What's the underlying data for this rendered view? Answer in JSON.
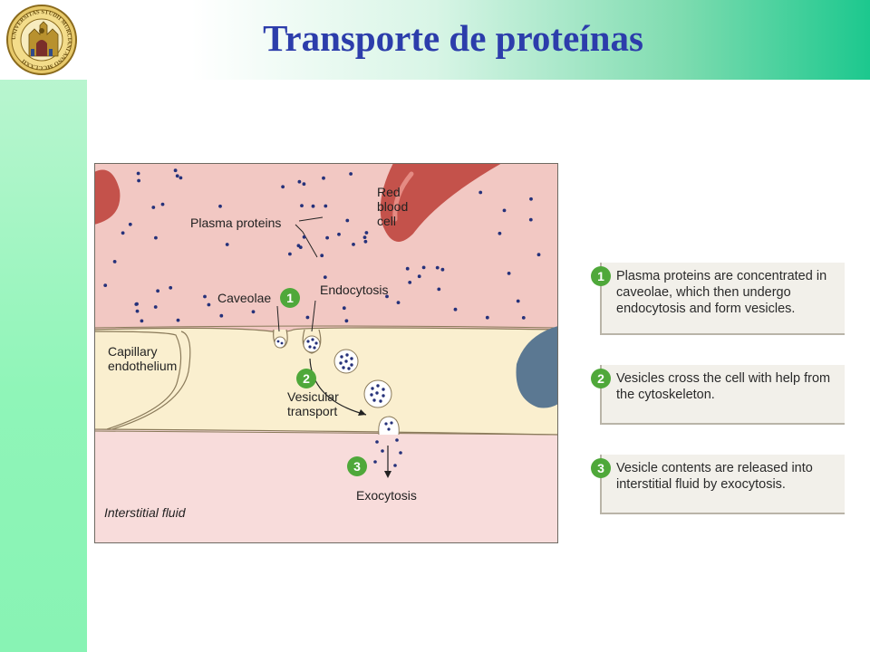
{
  "slide": {
    "title": "Transporte de proteínas"
  },
  "seal": {
    "icon": "university-seal-icon",
    "ring_text": "UNIVERSITAS STUDII MURCIANI ANNO MCCLXXII"
  },
  "diagram": {
    "labels": {
      "red_blood_cell": [
        "Red",
        "blood",
        "cell"
      ],
      "plasma_proteins": "Plasma proteins",
      "caveolae": "Caveolae",
      "endocytosis": "Endocytosis",
      "capillary_endothelium": [
        "Capillary",
        "endothelium"
      ],
      "vesicular_transport": [
        "Vesicular",
        "transport"
      ],
      "exocytosis": "Exocytosis",
      "interstitial_fluid": "Interstitial fluid"
    },
    "step_numbers": [
      "1",
      "2",
      "3"
    ],
    "colors": {
      "plasma": "#f2c8c3",
      "cell": "#faefcf",
      "interstitial": "#f8dcdb",
      "rbc": "#c4524b",
      "nucleus": "#5b7892",
      "protein_dot": "#25317a",
      "step_green": "#4fa83a"
    }
  },
  "steps": [
    {
      "number": "1",
      "text": "Plasma proteins are concentrated in caveolae, which then undergo endocytosis and form vesicles."
    },
    {
      "number": "2",
      "text": "Vesicles cross the cell with help from the cytoskeleton."
    },
    {
      "number": "3",
      "text": "Vesicle contents are released into interstitial fluid by exocytosis."
    }
  ]
}
